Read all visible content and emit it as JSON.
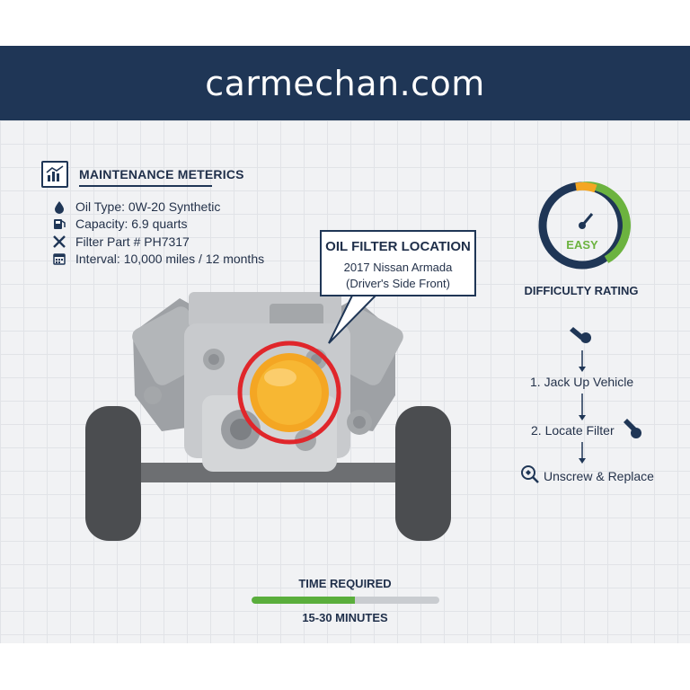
{
  "header": {
    "site": "carmechan.com"
  },
  "metrics": {
    "heading": "MAINTENANCE METERICS",
    "items": [
      {
        "icon": "oil-drop-icon",
        "text": "Oil Type: 0W-20 Synthetic"
      },
      {
        "icon": "fuel-can-icon",
        "text": "Capacity: 6.9 quarts"
      },
      {
        "icon": "wrench-cross-icon",
        "text": "Filter Part # PH7317"
      },
      {
        "icon": "calendar-icon",
        "text": "Interval: 10,000 miles / 12 months"
      }
    ]
  },
  "callout": {
    "title": "OIL FILTER LOCATION",
    "line1": "2017 Nissan Armada",
    "line2": "(Driver's Side Front)"
  },
  "difficulty": {
    "gauge_label": "EASY",
    "label": "DIFFICULTY RATING"
  },
  "steps": [
    {
      "text": "1. Jack Up Vehicle"
    },
    {
      "text": "2. Locate Filter"
    },
    {
      "text": "Unscrew & Replace"
    }
  ],
  "time": {
    "title": "TIME REQUIRED",
    "value": "15-30 MINUTES",
    "progress_fraction": 0.55
  },
  "colors": {
    "navy": "#1f3656",
    "accent_green": "#6cb33f",
    "filter_orange": "#f4a623",
    "highlight_red": "#e0262b"
  }
}
